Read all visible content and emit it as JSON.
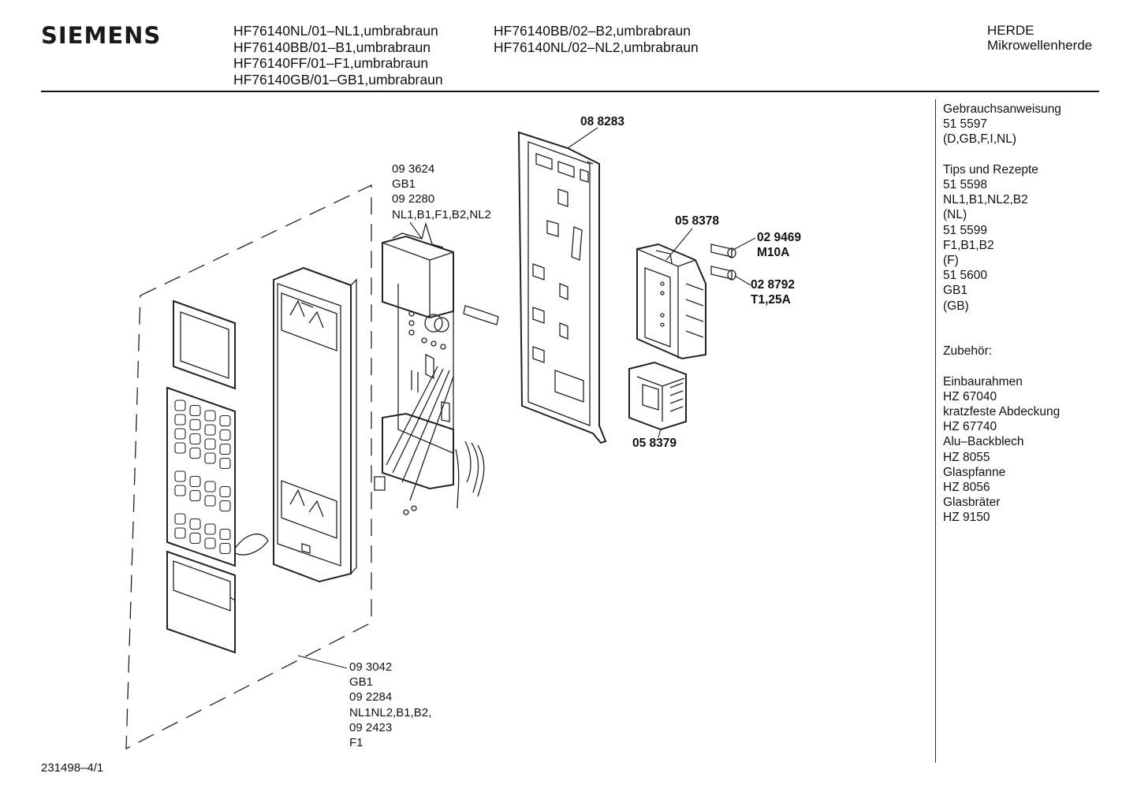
{
  "header": {
    "brand": "SIEMENS",
    "models_col1": [
      "HF76140NL/01–NL1,umbrabraun",
      "HF76140BB/01–B1,umbrabraun",
      "HF76140FF/01–F1,umbrabraun",
      "HF76140GB/01–GB1,umbrabraun"
    ],
    "models_col2": [
      "HF76140BB/02–B2,umbrabraun",
      "HF76140NL/02–NL2,umbrabraun"
    ],
    "category": "HERDE",
    "subcategory": "Mikrowellenherde"
  },
  "sidebar": {
    "lines": [
      "Gebrauchsanweisung",
      "51 5597",
      "(D,GB,F,I,NL)",
      "",
      "Tips und Rezepte",
      "51 5598",
      "NL1,B1,NL2,B2",
      "(NL)",
      "51 5599",
      "F1,B1,B2",
      "(F)",
      "51 5600",
      "GB1",
      "(GB)",
      "",
      "",
      "Zubehör:",
      "",
      "Einbaurahmen",
      "HZ 67040",
      "kratzfeste Abdeckung",
      "HZ 67740",
      "Alu–Backblech",
      "HZ 8055",
      "Glaspfanne",
      "HZ 8056",
      "Glasbräter",
      "HZ 9150"
    ]
  },
  "parts": {
    "p088283": "08 8283",
    "p093624": [
      "09 3624",
      "GB1",
      "09 2280",
      "NL1,B1,F1,B2,NL2"
    ],
    "p058378": "05 8378",
    "p029469": [
      "02 9469",
      "M10A"
    ],
    "p028792": [
      "02 8792",
      "T1,25A"
    ],
    "p058379": "05 8379",
    "p093042": [
      "09 3042",
      "GB1",
      "09 2284",
      "NL1NL2,B1,B2,",
      "09 2423",
      "F1"
    ]
  },
  "footer": {
    "doc_number": "231498–4/1"
  }
}
